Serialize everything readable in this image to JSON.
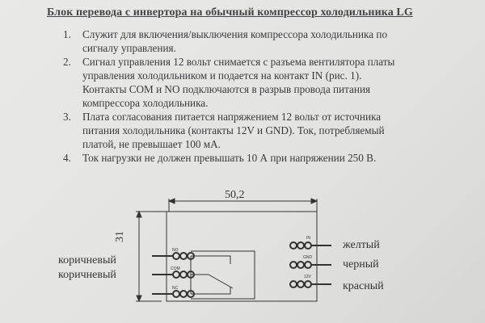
{
  "title": "Блок перевода с инвертора на обычный компрессор холодильника LG",
  "items": [
    {
      "num": "1.",
      "lines": [
        "Служит для включения/выключения компрессора холодильника по",
        "сигналу управления."
      ]
    },
    {
      "num": "2.",
      "lines": [
        "Сигнал управления 12 вольт снимается  с разъема вентилятора платы",
        "управления холодильником и подается на контакт IN  (рис. 1).",
        "Контакты COM и NO подключаются в разрыв провода питания",
        "компрессора холодильника."
      ]
    },
    {
      "num": "3.",
      "lines": [
        "Плата согласования питается напряжением 12 вольт от источника",
        "питания холодильника (контакты 12V и GND). Ток, потребляемый",
        "платой, не превышает 100 мА."
      ]
    },
    {
      "num": "4.",
      "lines": [
        "Ток нагрузки не должен превышать 10 А при напряжении 250 В."
      ]
    }
  ],
  "diagram": {
    "width_dim": "50,2",
    "height_dim": "31",
    "left_pins": [
      "NO",
      "COM",
      "NC"
    ],
    "right_pins": [
      "IN",
      "GND",
      "12V"
    ],
    "left_wires": [
      "коричневый",
      "коричневый"
    ],
    "right_wires": [
      "желтый",
      "черный",
      "красный"
    ]
  }
}
